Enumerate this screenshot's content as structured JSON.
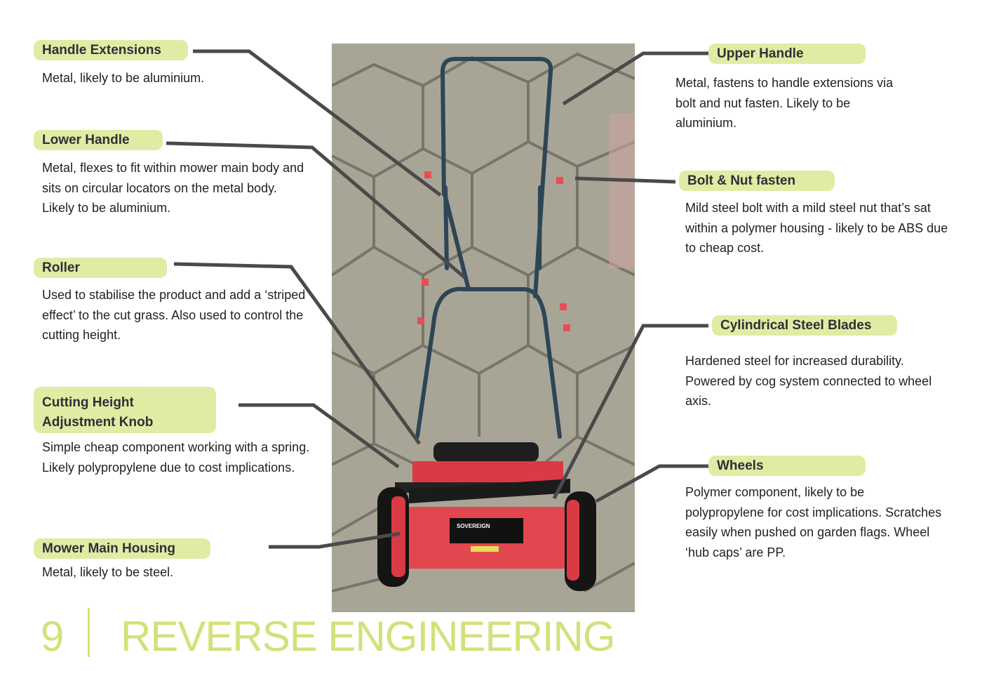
{
  "annotations": [
    {
      "id": "handle-extensions",
      "title": "Handle Extensions",
      "desc": "Metal, likely to be aluminium."
    },
    {
      "id": "lower-handle",
      "title": "Lower Handle",
      "desc": "Metal, flexes to fit within mower main body and sits on circular locators on the metal body. Likely to be aluminium."
    },
    {
      "id": "roller",
      "title": "Roller",
      "desc": "Used to stabilise the product and add a ‘striped effect’ to the cut grass. Also used to control the cutting height."
    },
    {
      "id": "cutting-height",
      "title": "Cutting Height Adjustment Knob",
      "desc": "Simple cheap component working with a spring. Likely polypropylene due to cost implications."
    },
    {
      "id": "mower-main-housing",
      "title": "Mower Main Housing",
      "desc": "Metal, likely to be steel."
    },
    {
      "id": "upper-handle",
      "title": "Upper Handle",
      "desc": "Metal, fastens to handle extensions via bolt and nut fasten. Likely to be aluminium."
    },
    {
      "id": "bolt-nut",
      "title": "Bolt & Nut fasten",
      "desc": "Mild steel bolt with a mild steel nut that’s sat within a polymer housing - likely to be ABS due to cheap cost."
    },
    {
      "id": "cylindrical-blades",
      "title": "Cylindrical Steel Blades",
      "desc": "Hardened steel for increased durability. Powered by cog system connected to wheel axis."
    },
    {
      "id": "wheels",
      "title": "Wheels",
      "desc": "Polymer component, likely to be polypropylene for cost implications. Scratches easily when pushed on garden flags. Wheel ‘hub caps’ are PP."
    }
  ],
  "footer": {
    "page_number": "9",
    "title": "REVERSE ENGINEERING"
  },
  "photo": {
    "brand_label": "SOVEREIGN"
  },
  "colors": {
    "accent": "#d4e07a",
    "pill": "#e1eba4",
    "leader": "#4a4a4a",
    "mower_red": "#e0444c"
  }
}
